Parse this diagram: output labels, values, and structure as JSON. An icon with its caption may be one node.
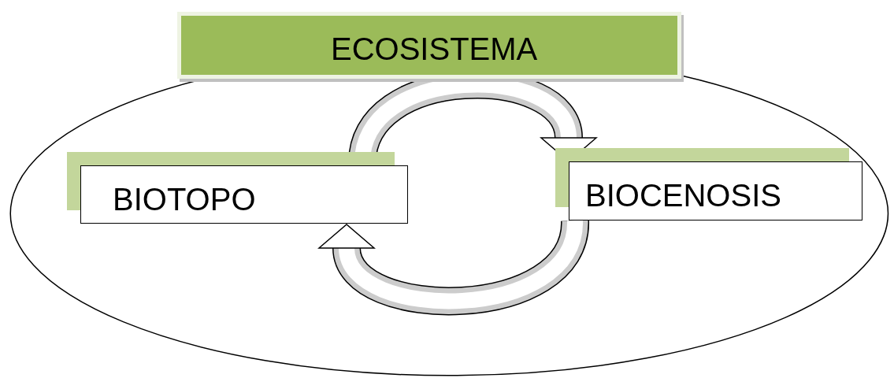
{
  "diagram": {
    "nodes": [
      {
        "text": [
          "ECOSISTEMA"
        ]
      },
      {
        "text": [
          "BIOTOPO"
        ]
      },
      {
        "text": [
          "BIOCENOSIS"
        ]
      }
    ],
    "edges": [
      {
        "from": 1,
        "to": 2,
        "arrow": "to"
      },
      {
        "from": 2,
        "to": 1,
        "arrow": "to"
      }
    ]
  }
}
